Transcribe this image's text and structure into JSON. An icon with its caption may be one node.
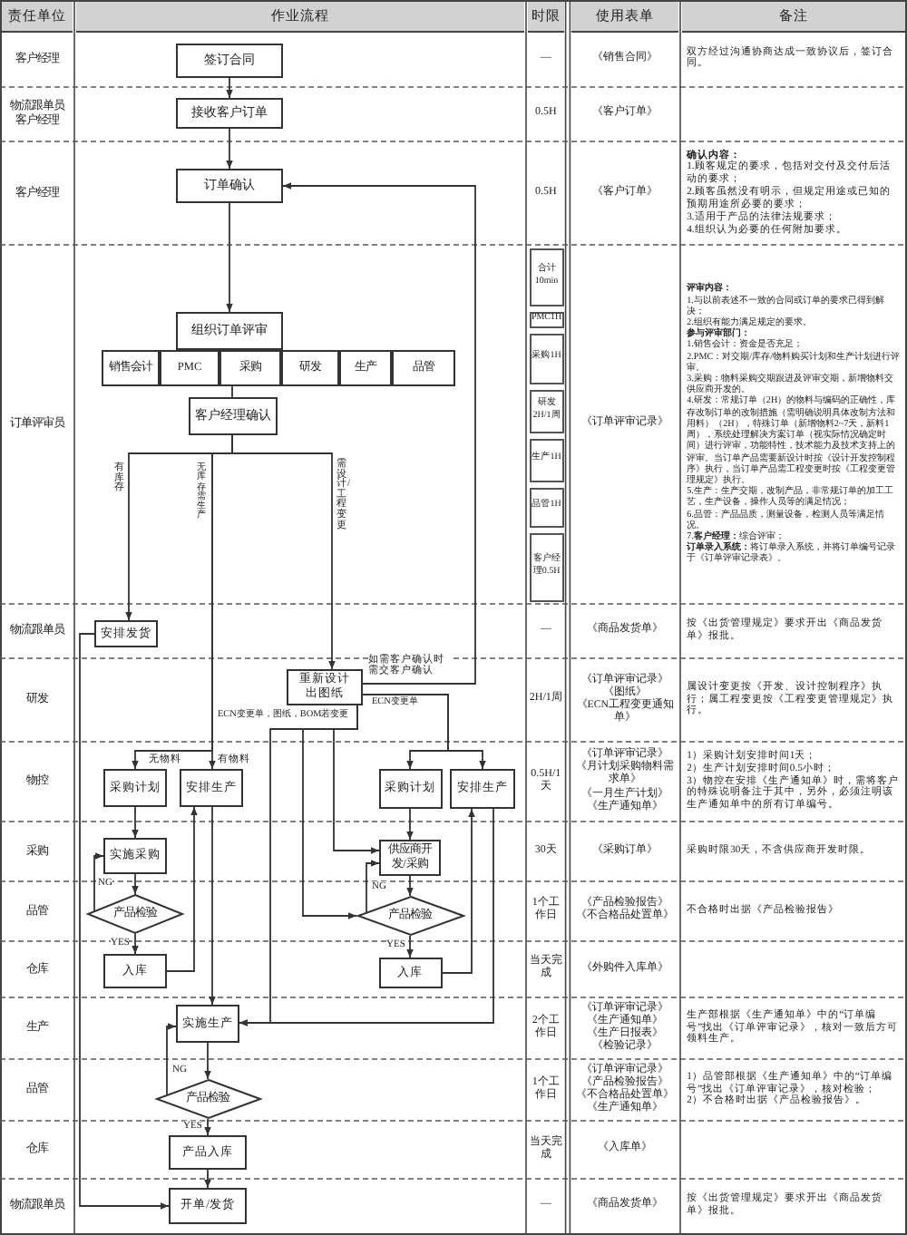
{
  "diagram": {
    "nodes": [
      {
        "text": [
          "签订合同"
        ]
      },
      {
        "text": [
          "接收客户订单"
        ]
      },
      {
        "text": [
          "订单确认"
        ]
      },
      {
        "text": [
          "组织订单评审"
        ]
      },
      {
        "text": [
          "销售会计"
        ]
      },
      {
        "text": [
          "PMC"
        ]
      },
      {
        "text": [
          "采购"
        ]
      },
      {
        "text": [
          "研发"
        ]
      },
      {
        "text": [
          "生产"
        ]
      },
      {
        "text": [
          "品管"
        ]
      },
      {
        "text": [
          "客户经理确认"
        ]
      },
      {
        "text": [
          "安排发货"
        ]
      },
      {
        "text": [
          "重新设计出图纸"
        ]
      },
      {
        "text": [
          "采购计划"
        ]
      },
      {
        "text": [
          "安排生产"
        ]
      },
      {
        "text": [
          "采购计划"
        ]
      },
      {
        "text": [
          "安排生产"
        ]
      },
      {
        "text": [
          "实施采购"
        ]
      },
      {
        "text": [
          "供应商开发/采购"
        ]
      },
      {
        "text": [
          "产品检验"
        ]
      },
      {
        "text": [
          "产品检验"
        ]
      },
      {
        "text": [
          "入库"
        ]
      },
      {
        "text": [
          "入库"
        ]
      },
      {
        "text": [
          "实施生产"
        ]
      },
      {
        "text": [
          "产品检验"
        ]
      },
      {
        "text": [
          "产品入库"
        ]
      },
      {
        "text": [
          "开单/发货"
        ]
      }
    ],
    "edges": [
      {
        "from": 0,
        "to": 1,
        "arrow": "to"
      },
      {
        "from": 1,
        "to": 2,
        "arrow": "to"
      },
      {
        "from": 2,
        "to": 3,
        "arrow": "to"
      },
      {
        "from": 6,
        "to": 10,
        "arrow": "none"
      },
      {
        "from": 10,
        "to": 11,
        "arrow": "to",
        "label": "有库存"
      },
      {
        "from": 10,
        "to": 13,
        "arrow": "to",
        "label": "无物料"
      },
      {
        "from": 10,
        "to": 14,
        "arrow": "to",
        "label": "有物料"
      },
      {
        "from": 10,
        "to": 12,
        "arrow": "to",
        "label": "需设计/工程变更"
      },
      {
        "from": 12,
        "to": 2,
        "arrow": "to",
        "label": "如需客户确认时需交客户确认"
      },
      {
        "from": 12,
        "to": 15,
        "arrow": "to"
      },
      {
        "from": 12,
        "to": 16,
        "arrow": "to"
      },
      {
        "from": 12,
        "to": 23,
        "arrow": "to"
      },
      {
        "from": 12,
        "to": 20,
        "arrow": "to"
      },
      {
        "from": 12,
        "to": 18,
        "arrow": "to"
      },
      {
        "from": 13,
        "to": 17,
        "arrow": "to"
      },
      {
        "from": 15,
        "to": 18,
        "arrow": "to"
      },
      {
        "from": 17,
        "to": 19,
        "arrow": "to"
      },
      {
        "from": 19,
        "to": 17,
        "arrow": "to",
        "label": "NG"
      },
      {
        "from": 19,
        "to": 21,
        "arrow": "to",
        "label": "YES"
      },
      {
        "from": 21,
        "to": 14,
        "arrow": "to"
      },
      {
        "from": 18,
        "to": 20,
        "arrow": "to"
      },
      {
        "from": 20,
        "to": 18,
        "arrow": "to",
        "label": "NG"
      },
      {
        "from": 20,
        "to": 22,
        "arrow": "to",
        "label": "YES"
      },
      {
        "from": 22,
        "to": 16,
        "arrow": "to"
      },
      {
        "from": 14,
        "to": 23,
        "arrow": "to"
      },
      {
        "from": 16,
        "to": 23,
        "arrow": "to"
      },
      {
        "from": 23,
        "to": 24,
        "arrow": "to"
      },
      {
        "from": 24,
        "to": 23,
        "arrow": "to",
        "label": "NG"
      },
      {
        "from": 24,
        "to": 25,
        "arrow": "to",
        "label": "YES"
      },
      {
        "from": 25,
        "to": 26,
        "arrow": "to"
      },
      {
        "from": 11,
        "to": 26,
        "arrow": "to"
      }
    ],
    "labels": [
      "责任单位",
      "作业流程",
      "时限",
      "使用表单",
      "备注",
      "客户经理",
      "—",
      "《销售合同》",
      "双方经过沟通协商达成一致协议后，签订合同。",
      "物流跟单员",
      "客户经理",
      "0.5H",
      "《客户订单》",
      "客户经理",
      "0.5H",
      "《客户订单》",
      "确认内容：",
      "1.顾客规定的要求，包括对交付及交付后活动的要求；",
      "2.顾客虽然没有明示，但规定用途或已知的预期用途所必要的要求；",
      "3.适用于产品的法律法规要求；",
      "4.组织认为必要的任何附加要求。",
      "订单评审员",
      "合计10min",
      "PMC1H",
      "采购1H",
      "研发2H/1周",
      "生产1H",
      "品管1H",
      "客户经理0.5H",
      "《订单评审记录》",
      "评审内容：",
      "1.与以前表述不一致的合同或订单的要求已得到解决；",
      "2.组织有能力满足规定的要求。",
      "参与评审部门：",
      "1.销售会计：资金是否充足；",
      "2.PMC：对交期/库存/物料购买计划和生产计划进行评审。",
      "3.采购：物料采购交期跟进及评审交期，新增物料交供应商开发的。",
      "4.研发：常规订单（2H）的物料与编码的正确性，库存改制订单的改制措施（需明确说明具体改制方法和用料）（2H），特殊订单（新增物料2~7天，新料1周），系统处理解决方案订单（视实际情况确定时间）进行评审，功能特性，技术能力及技术支持上的评审。当订单产品需要新设计时按《设计开发控制程序》执行，当订单产品需工程变更时按《工程变更管理规定》执行。",
      "5.生产：生产交期，改制产品，非常规订单的加工工艺，生产设备，操作人员等的满足情况；",
      "6.品管：产品品质，测量设备，检测人员等满足情况。",
      "7.**客户经理：**综合评审；",
      "**订单录入系统：**将订单录入系统，并将订单编号记录于《订单评审记录表》。",
      "物流跟单员",
      "—",
      "《商品发货单》",
      "按《出货管理规定》要求开出《商品发货单》报批。",
      "研发",
      "2H/1周",
      "《订单评审记录》",
      "《图纸》",
      "《ECN工程变更通知单》",
      "属设计变更按《开发、设计控制程序》执行；属工程变更按《工程变更管理规定》执行。",
      "物控",
      "0.5H/1天",
      "《订单评审记录》",
      "《月计划采购物料需求单》",
      "《一月生产计划》",
      "《生产通知单》",
      "1）采购计划安排时间1天；",
      "2）生产计划安排时间0.5小时；",
      "3）物控在安排《生产通知单》时，需将客户的特殊说明备注于其中，另外，必须注明该生产通知单中的所有订单编号。",
      "采购",
      "30天",
      "《采购订单》",
      "采购时限30天，不含供应商开发时限。",
      "品管",
      "1个工作日",
      "《产品检验报告》",
      "《不合格品处置单》",
      "不合格时出据《产品检验报告》",
      "仓库",
      "当天完成",
      "《外购件入库单》",
      "生产",
      "2个工作日",
      "《订单评审记录》",
      "《生产通知单》",
      "《生产日报表》",
      "《检验记录》",
      "生产部根据《生产通知单》中的“订单编号”找出《订单评审记录》，核对一致后方可领料生产。",
      "品管",
      "1个工作日",
      "《订单评审记录》",
      "《产品检验报告》",
      "《不合格品处置单》",
      "《生产通知单》",
      "1）品管部根据《生产通知单》中的“订单编号”找出《订单评审记录》，核对检验；",
      "2）不合格时出据《产品检验报告》。",
      "仓库",
      "当天完成",
      "《入库单》",
      "物流跟单员",
      "—",
      "《商品发货单》",
      "按《出货管理规定》要求开出《商品发货单》报批。",
      "无库存需生产",
      "ECN变更单，图纸，BOM若变更",
      "ECN变更单"
    ]
  }
}
